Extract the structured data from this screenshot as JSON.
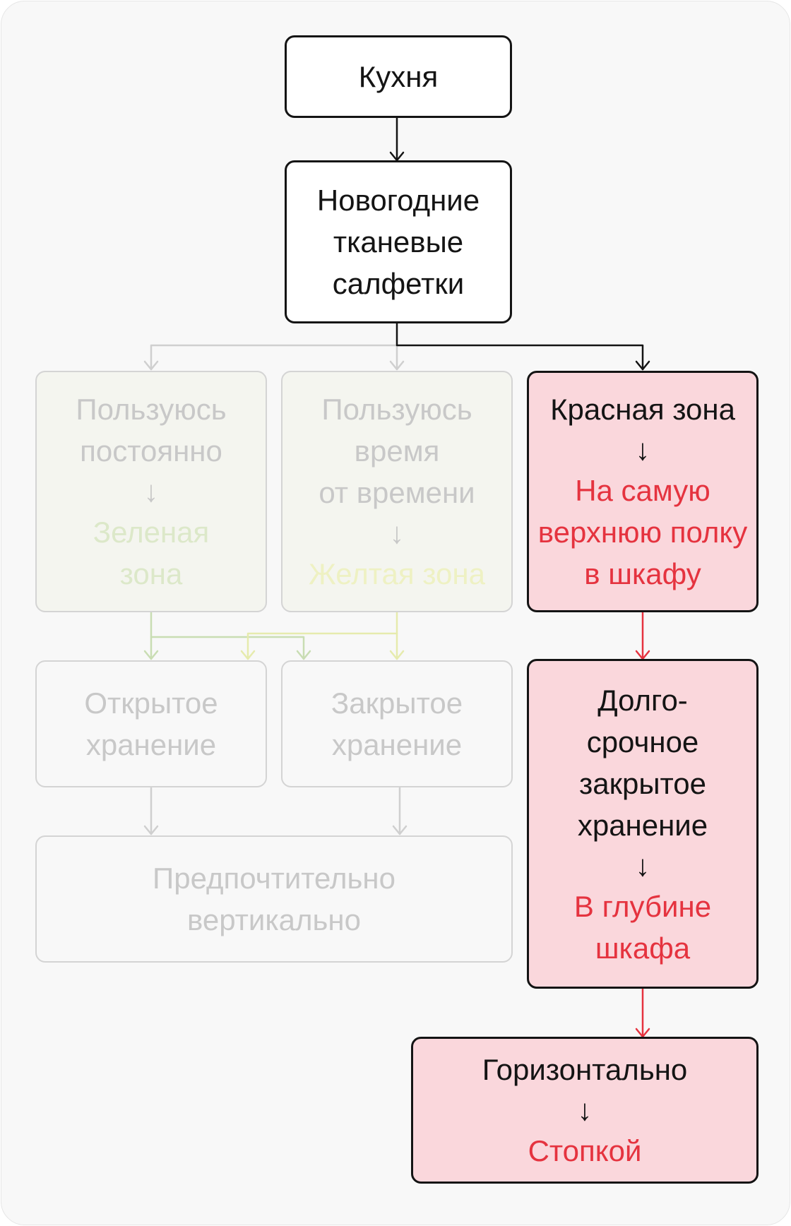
{
  "nodes": {
    "kitchen": {
      "label": "Кухня"
    },
    "napkins": {
      "lines": [
        "Новогодние",
        "тканевые",
        "салфетки"
      ]
    },
    "constant_use": {
      "lines": [
        "Пользуюсь",
        "постоянно"
      ],
      "arrow": "↓",
      "result_lines": [
        "Зеленая",
        "зона"
      ]
    },
    "occasional_use": {
      "lines": [
        "Пользуюсь",
        "время",
        "от времени"
      ],
      "arrow": "↓",
      "result_lines": [
        "Желтая зона"
      ]
    },
    "red_zone": {
      "label": "Красная зона",
      "arrow": "↓",
      "result_lines": [
        "На самую",
        "верхнюю полку",
        "в шкафу"
      ]
    },
    "open_storage": {
      "lines": [
        "Открытое",
        "хранение"
      ]
    },
    "closed_storage": {
      "lines": [
        "Закрытое",
        "хранение"
      ]
    },
    "long_term": {
      "lines": [
        "Долго-",
        "срочное",
        "закрытое",
        "хранение"
      ],
      "arrow": "↓",
      "result_lines": [
        "В глубине",
        "шкафа"
      ]
    },
    "vertical": {
      "lines": [
        "Предпочтительно",
        "вертикально"
      ]
    },
    "horizontal": {
      "label": "Горизонтально",
      "arrow": "↓",
      "result_lines": [
        "Стопкой"
      ]
    }
  },
  "colors": {
    "ink": "#141414",
    "active_fill": "#fad7dc",
    "accent_red": "#e5333f",
    "muted_gray": "#c8c8c8",
    "muted_green": "#c9ddb3",
    "muted_yellow": "#e6ebad",
    "background": "#f8f8f8"
  }
}
